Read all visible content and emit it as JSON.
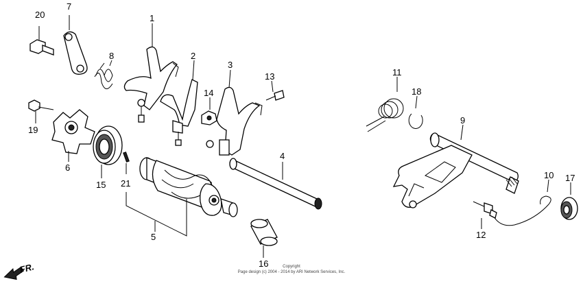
{
  "callouts": [
    {
      "id": "c1",
      "text": "1"
    },
    {
      "id": "c2",
      "text": "2"
    },
    {
      "id": "c3",
      "text": "3"
    },
    {
      "id": "c4",
      "text": "4"
    },
    {
      "id": "c5",
      "text": "5"
    },
    {
      "id": "c6",
      "text": "6"
    },
    {
      "id": "c7",
      "text": "7"
    },
    {
      "id": "c8",
      "text": "8"
    },
    {
      "id": "c9",
      "text": "9"
    },
    {
      "id": "c10",
      "text": "10"
    },
    {
      "id": "c11",
      "text": "11"
    },
    {
      "id": "c12",
      "text": "12"
    },
    {
      "id": "c13",
      "text": "13"
    },
    {
      "id": "c14",
      "text": "14"
    },
    {
      "id": "c15",
      "text": "15"
    },
    {
      "id": "c16",
      "text": "16"
    },
    {
      "id": "c17",
      "text": "17"
    },
    {
      "id": "c18",
      "text": "18"
    },
    {
      "id": "c19",
      "text": "19"
    },
    {
      "id": "c20",
      "text": "20"
    },
    {
      "id": "c21",
      "text": "21"
    }
  ],
  "direction_label": "FR.",
  "copyright_line1": "Copyright",
  "copyright_line2": "Page design (c) 2004 - 2014 by ARI Network Services, Inc."
}
